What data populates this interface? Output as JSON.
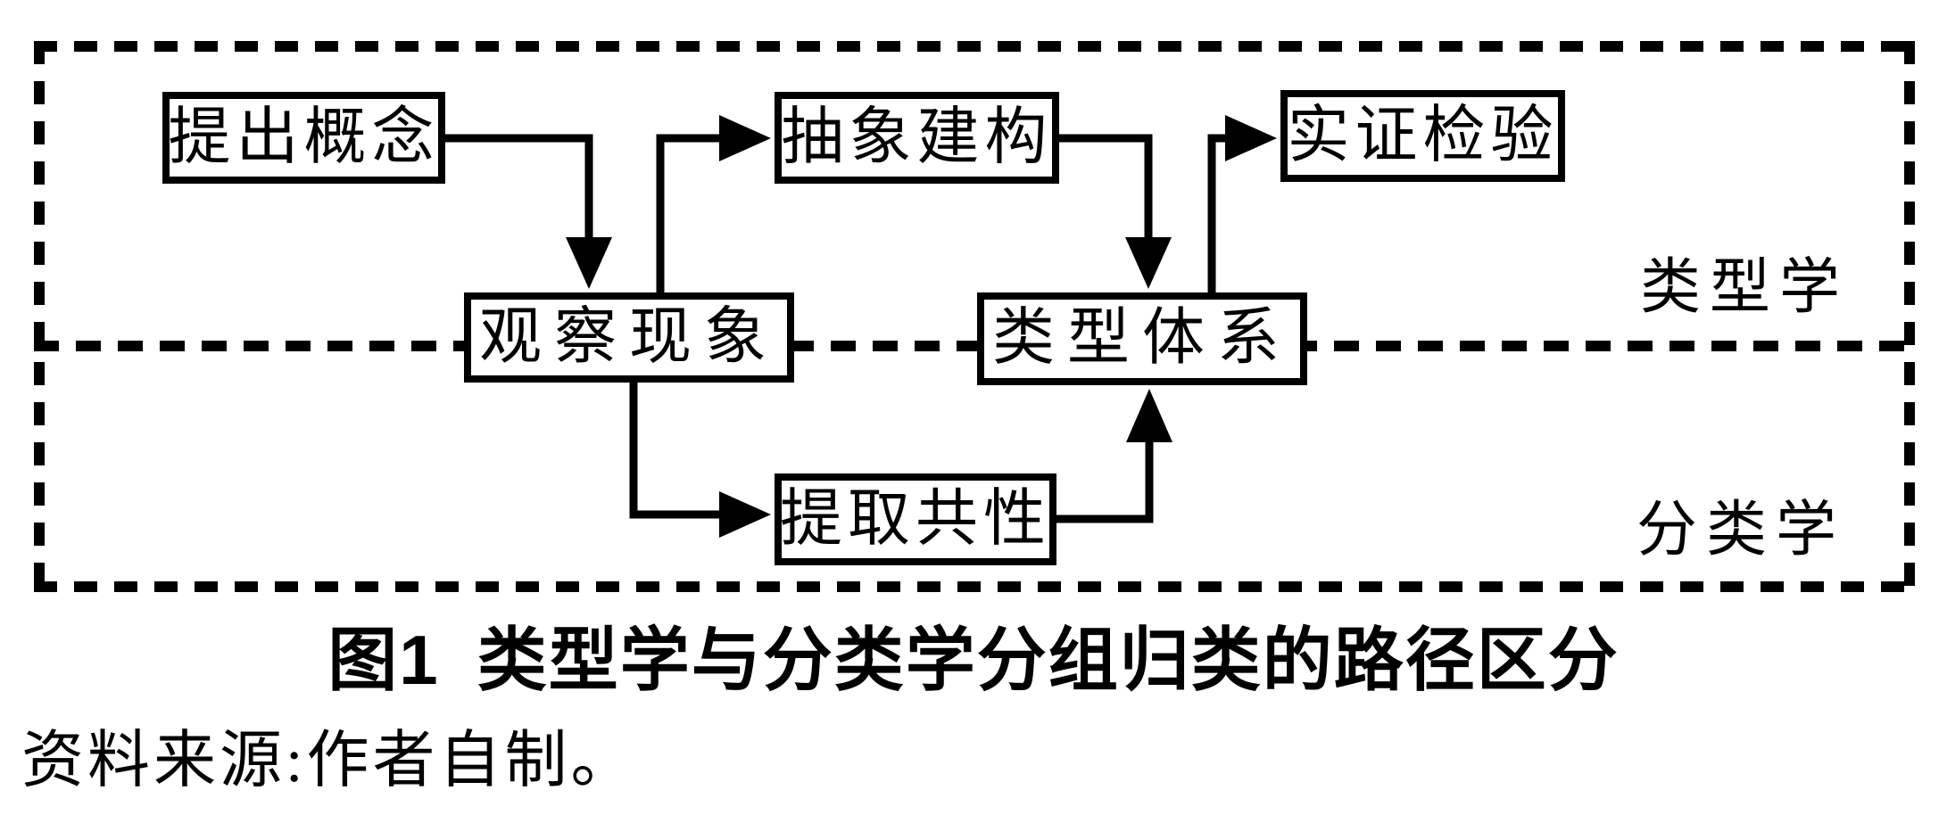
{
  "figure": {
    "caption_label": "图1",
    "caption_title": "类型学与分类学分组归类的路径区分",
    "source_note": "资料来源:作者自制。"
  },
  "diagram": {
    "background_color": "#ffffff",
    "line_color": "#000000",
    "frame_style": "dashed",
    "regions": [
      {
        "id": "typology",
        "label": "类型学",
        "position": "upper-right"
      },
      {
        "id": "taxonomy",
        "label": "分类学",
        "position": "lower-right"
      }
    ],
    "nodes": [
      {
        "id": "propose-concept",
        "label": "提出概念"
      },
      {
        "id": "abstract-construction",
        "label": "抽象建构"
      },
      {
        "id": "empirical-test",
        "label": "实证检验"
      },
      {
        "id": "observe-phenomena",
        "label": "观察现象"
      },
      {
        "id": "type-system",
        "label": "类型体系"
      },
      {
        "id": "extract-commonality",
        "label": "提取共性"
      }
    ],
    "edges": [
      {
        "from": "propose-concept",
        "to": "observe-phenomena",
        "direction": "down"
      },
      {
        "from": "observe-phenomena",
        "to": "abstract-construction",
        "direction": "right"
      },
      {
        "from": "abstract-construction",
        "to": "type-system",
        "direction": "down"
      },
      {
        "from": "type-system",
        "to": "empirical-test",
        "direction": "right"
      },
      {
        "from": "observe-phenomena",
        "to": "extract-commonality",
        "direction": "right"
      },
      {
        "from": "extract-commonality",
        "to": "type-system",
        "direction": "up"
      }
    ]
  }
}
